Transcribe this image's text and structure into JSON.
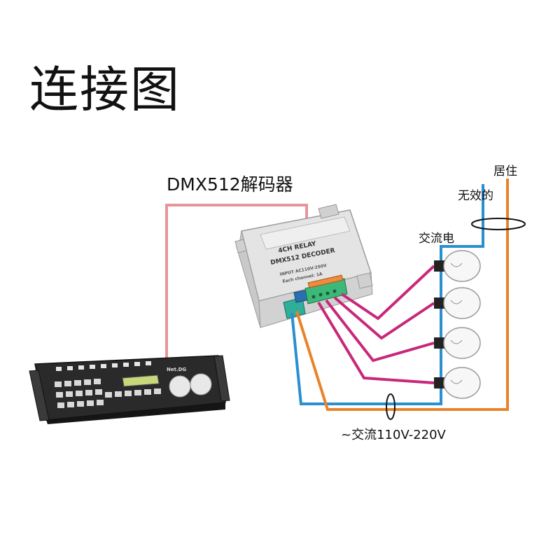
{
  "title": "连接图",
  "labels": {
    "decoder": "DMX512解码器",
    "live": "居住",
    "neutral": "无效的",
    "ac_power": "交流电",
    "supply": "~交流110V-220V"
  },
  "decoder_module": {
    "line1": "4CH RELAY",
    "line2": "DMX512 DECODER",
    "line3": "INPUT AC110V-250V",
    "line4": "Each channel: 1A"
  },
  "console_brand": "Net.DG",
  "colors": {
    "dmx_cable": "#e8949c",
    "neutral_wire": "#2a8fce",
    "live_wire": "#e8832a",
    "lamp_wire": "#c8287a"
  }
}
